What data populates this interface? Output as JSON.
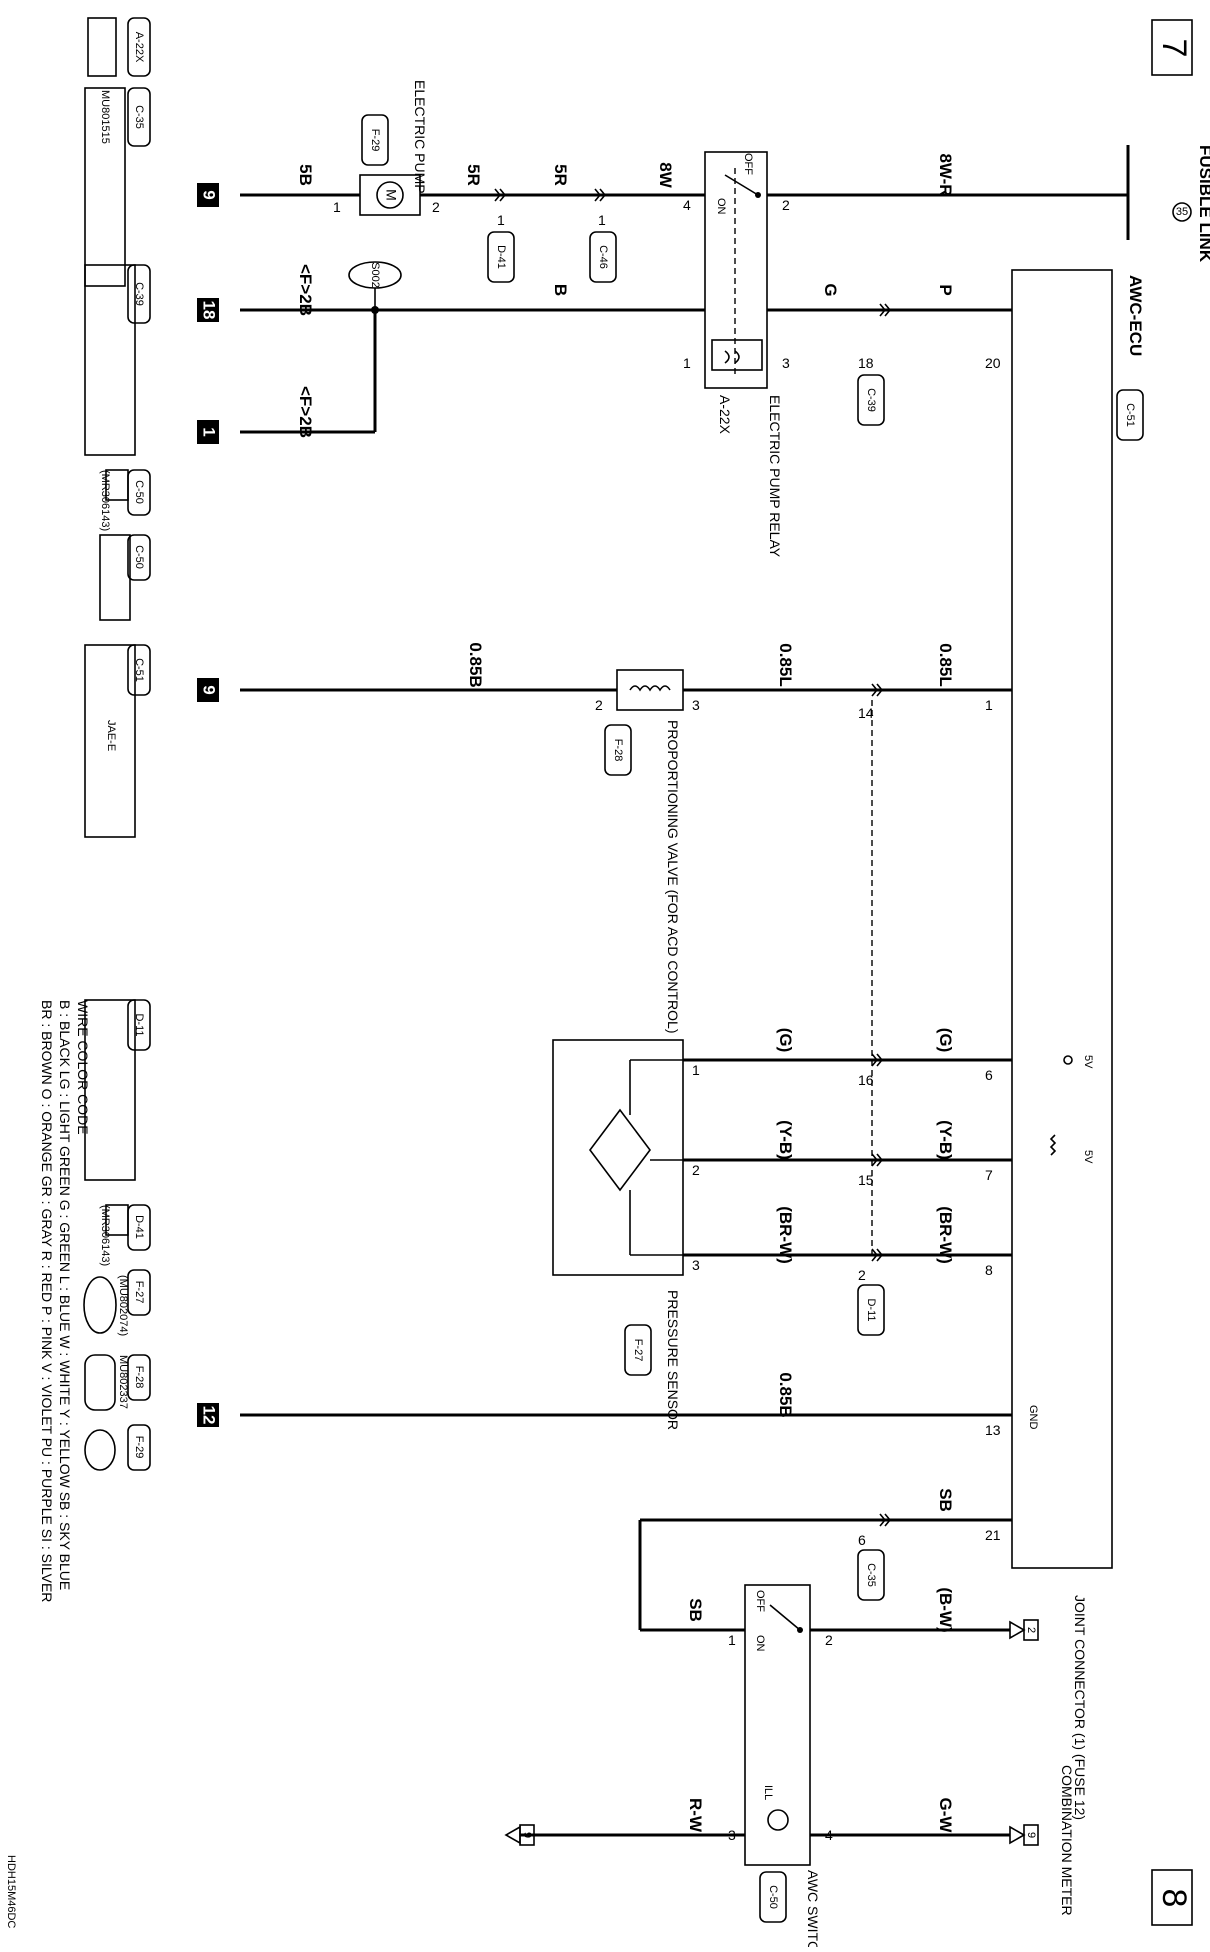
{
  "page": {
    "page_prev": "7",
    "page_next": "8",
    "doc_code": "HDH15M46DC"
  },
  "components": {
    "fusible_link": {
      "label": "FUSIBLE LINK",
      "num": "35"
    },
    "awc_ecu": {
      "label": "AWC-ECU",
      "conn": "C-51"
    },
    "pump_relay": {
      "label": "ELECTRIC PUMP RELAY",
      "conn": "A-22X",
      "off": "OFF",
      "on": "ON"
    },
    "electric_pump": {
      "label": "ELECTRIC PUMP",
      "conn": "F-29"
    },
    "prop_valve": {
      "label": "PROPORTIONING VALVE (FOR ACD CONTROL)",
      "conn": "F-28"
    },
    "pressure_sensor": {
      "label": "PRESSURE SENSOR",
      "conn": "F-27"
    },
    "joint_connector": {
      "label": "JOINT CONNECTOR (1) (FUSE 12)",
      "pin": "2"
    },
    "comb_meter": {
      "label": "COMBINATION METER",
      "pin": "9"
    },
    "awc_switch": {
      "label": "AWC SWITCH",
      "conn": "C-50",
      "ill": "ILL",
      "off": "OFF",
      "on": "ON"
    },
    "splice": "S002",
    "ground_pins": [
      "9",
      "18",
      "1",
      "9",
      "12"
    ],
    "ecu_pins": [
      "20",
      "1",
      "6",
      "7",
      "8",
      "13",
      "21"
    ],
    "ecu_labels": {
      "v1": "5V",
      "v2": "5V",
      "gnd": "GND"
    }
  },
  "wires": {
    "w1": "8W-R",
    "w2": "8W",
    "w3": "5R",
    "w4": "5R",
    "w5": "5B",
    "w6": "P",
    "w7": "G",
    "w8": "B",
    "w9": "<F>2B",
    "w10": "<F>2B",
    "w11": "0.85L",
    "w12": "0.85L",
    "w13": "0.85B",
    "w14": "(G)",
    "w15": "(G)",
    "w16": "(Y-B)",
    "w17": "(Y-B)",
    "w18": "(BR-W)",
    "w19": "(BR-W)",
    "w20": "0.85B",
    "w21": "SB",
    "w22": "SB",
    "w23": "(B-W)",
    "w24": "G-W",
    "w25": "R-W"
  },
  "inline_conns": {
    "c1": {
      "pin": "1",
      "conn": "D-41"
    },
    "c2": {
      "pin": "1",
      "conn": "C-46"
    },
    "c3": {
      "pin": "18",
      "conn": "C-39"
    },
    "c4": {
      "pin": "14"
    },
    "c5": {
      "pin": "16"
    },
    "c6": {
      "pin": "15"
    },
    "c7": {
      "pin": "2",
      "conn": "D-11"
    },
    "c8": {
      "pin": "6",
      "conn": "C-35"
    }
  },
  "connectors": [
    {
      "id": "A-22X",
      "part": ""
    },
    {
      "id": "C-35",
      "part": "MU801515"
    },
    {
      "id": "C-39",
      "part": ""
    },
    {
      "id": "C-46",
      "part": "(MR306143)"
    },
    {
      "id": "C-50",
      "part": ""
    },
    {
      "id": "C-51",
      "part": "JAE-E"
    },
    {
      "id": "D-11",
      "part": ""
    },
    {
      "id": "D-41",
      "part": "(MR306143)"
    },
    {
      "id": "F-27",
      "part": "(MU802074)"
    },
    {
      "id": "F-28",
      "part": "MU802337"
    },
    {
      "id": "F-29",
      "part": ""
    }
  ],
  "legend": {
    "title": "WIRE COLOR CODE",
    "lines": [
      "B : BLACK    LG : LIGHT GREEN    G : GREEN    L : BLUE    W : WHITE    Y : YELLOW    SB : SKY BLUE",
      "BR : BROWN    O : ORANGE    GR : GRAY    R : RED    P : PINK    V : VIOLET    PU : PURPLE    SI : SILVER"
    ]
  }
}
